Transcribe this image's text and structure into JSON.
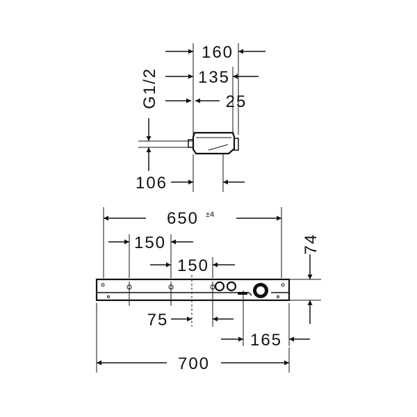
{
  "side_view": {
    "dim_160": "160",
    "dim_135": "135",
    "dim_25": "25",
    "thread_label": "G1/2",
    "dim_106": "106"
  },
  "front_view": {
    "dim_650": "650",
    "dim_650_tolerance": "±4",
    "dim_150_left": "150",
    "dim_150_center": "150",
    "dim_74": "74",
    "dim_75": "75",
    "dim_165": "165",
    "dim_700": "700"
  }
}
